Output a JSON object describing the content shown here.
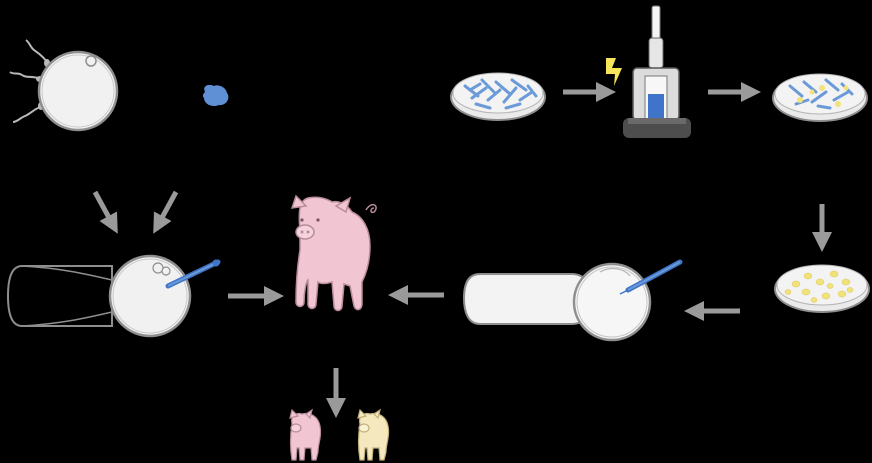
{
  "diagram": {
    "background": "#000000",
    "colors": {
      "cell_fill": "#f1f1f1",
      "cell_stroke": "#8e8e8e",
      "arrow": "#9a9a9a",
      "dish_stroke": "#8d8d8d",
      "cell_blue": "#5f8fd4",
      "fiber_blue": "#6a9ad8",
      "yellow_colony": "#f2e27a",
      "spark_yellow": "#f7e45a",
      "pipette_blue": "#3f74c8",
      "pig_pink": "#f1c6d2",
      "pig_yellow": "#f5e8bf",
      "device_dark": "#4d4d4d"
    },
    "stages": [
      {
        "id": "sperm-and-egg",
        "icon": "oocyte-icon"
      },
      {
        "id": "blue-cell",
        "icon": "cell-icon"
      },
      {
        "id": "cells-in-dish",
        "icon": "petri-dish-icon"
      },
      {
        "id": "electroporation",
        "icon": "electroporator-icon"
      },
      {
        "id": "selected-colonies",
        "icon": "petri-dish-icon"
      },
      {
        "id": "yellow-colonies",
        "icon": "petri-dish-icon"
      },
      {
        "id": "nuclear-transfer-left",
        "icon": "micropipette-icon"
      },
      {
        "id": "nuclear-transfer-right",
        "icon": "micropipette-icon"
      },
      {
        "id": "adult-pig",
        "icon": "pig-icon"
      },
      {
        "id": "offspring",
        "icon": "piglet-icon"
      }
    ]
  }
}
